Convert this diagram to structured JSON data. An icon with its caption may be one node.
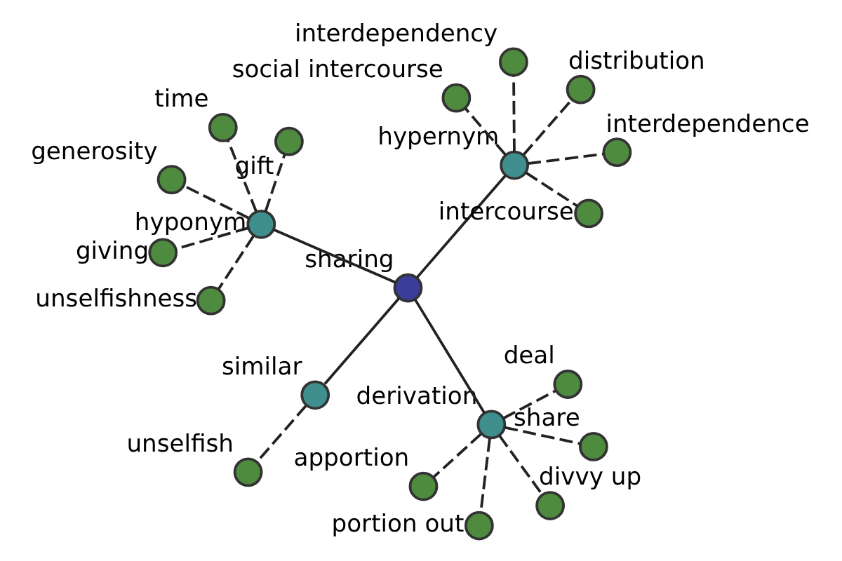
{
  "diagram": {
    "nodes": [
      {
        "text": [
          "sharing"
        ]
      },
      {
        "text": [
          "derivation"
        ]
      },
      {
        "text": [
          "similar"
        ]
      },
      {
        "text": [
          "hypernym"
        ]
      },
      {
        "text": [
          "hyponym"
        ]
      },
      {
        "text": [
          "deal"
        ]
      },
      {
        "text": [
          "apportion"
        ]
      },
      {
        "text": [
          "share"
        ]
      },
      {
        "text": [
          "portion out"
        ]
      },
      {
        "text": [
          "divvy up"
        ]
      },
      {
        "text": [
          "unselfish"
        ]
      },
      {
        "text": [
          "social intercourse"
        ]
      },
      {
        "text": [
          "interdependence"
        ]
      },
      {
        "text": [
          "distribution"
        ]
      },
      {
        "text": [
          "interdependency"
        ]
      },
      {
        "text": [
          "intercourse"
        ]
      },
      {
        "text": [
          "gift"
        ]
      },
      {
        "text": [
          "generosity"
        ]
      },
      {
        "text": [
          "giving"
        ]
      },
      {
        "text": [
          "time"
        ]
      },
      {
        "text": [
          "unselfishness"
        ]
      }
    ],
    "edges": [
      {
        "from": 0,
        "to": 1,
        "arrow": "none"
      },
      {
        "from": 0,
        "to": 2,
        "arrow": "none"
      },
      {
        "from": 0,
        "to": 3,
        "arrow": "none"
      },
      {
        "from": 0,
        "to": 4,
        "arrow": "none"
      },
      {
        "from": 1,
        "to": 5,
        "arrow": "none",
        "style": "dashed"
      },
      {
        "from": 1,
        "to": 6,
        "arrow": "none",
        "style": "dashed"
      },
      {
        "from": 1,
        "to": 7,
        "arrow": "none",
        "style": "dashed"
      },
      {
        "from": 1,
        "to": 8,
        "arrow": "none",
        "style": "dashed"
      },
      {
        "from": 1,
        "to": 9,
        "arrow": "none",
        "style": "dashed"
      },
      {
        "from": 2,
        "to": 10,
        "arrow": "none",
        "style": "dashed"
      },
      {
        "from": 3,
        "to": 11,
        "arrow": "none",
        "style": "dashed"
      },
      {
        "from": 3,
        "to": 12,
        "arrow": "none",
        "style": "dashed"
      },
      {
        "from": 3,
        "to": 13,
        "arrow": "none",
        "style": "dashed"
      },
      {
        "from": 3,
        "to": 14,
        "arrow": "none",
        "style": "dashed"
      },
      {
        "from": 3,
        "to": 15,
        "arrow": "none",
        "style": "dashed"
      },
      {
        "from": 4,
        "to": 16,
        "arrow": "none",
        "style": "dashed"
      },
      {
        "from": 4,
        "to": 17,
        "arrow": "none",
        "style": "dashed"
      },
      {
        "from": 4,
        "to": 18,
        "arrow": "none",
        "style": "dashed"
      },
      {
        "from": 4,
        "to": 19,
        "arrow": "none",
        "style": "dashed"
      },
      {
        "from": 4,
        "to": 20,
        "arrow": "none",
        "style": "dashed"
      }
    ]
  }
}
